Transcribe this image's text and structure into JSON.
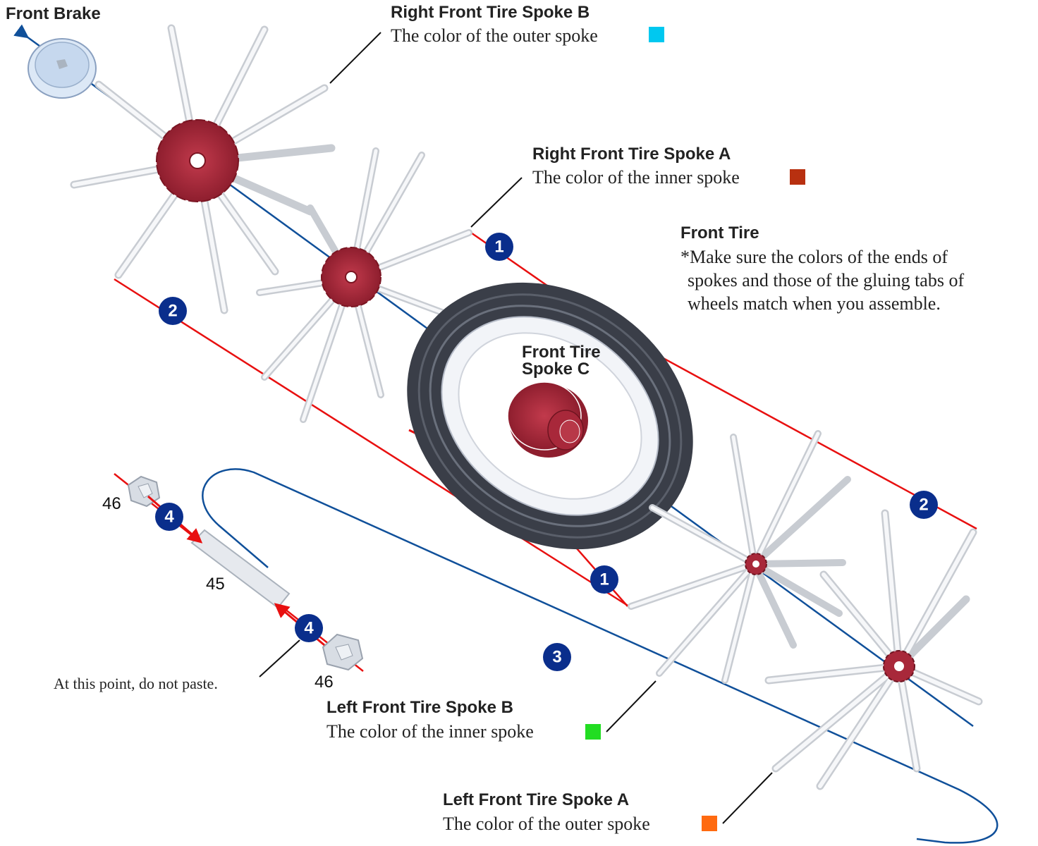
{
  "labels": {
    "front_brake": "Front Brake",
    "right_spoke_b_title": "Right Front Tire Spoke B",
    "right_spoke_b_desc": "The color of the outer spoke",
    "right_spoke_a_title": "Right Front Tire Spoke A",
    "right_spoke_a_desc": "The color of the inner spoke",
    "front_tire_title": "Front Tire",
    "front_tire_note_1": "*Make sure the colors of the ends of",
    "front_tire_note_2": "spokes and those of the gluing tabs of",
    "front_tire_note_3": "wheels match when you assemble.",
    "spoke_c_line1": "Front Tire",
    "spoke_c_line2": "Spoke C",
    "left_spoke_b_title": "Left Front Tire Spoke B",
    "left_spoke_b_desc": "The color of the inner spoke",
    "left_spoke_a_title": "Left Front Tire Spoke A",
    "left_spoke_a_desc": "The color of the outer spoke",
    "do_not_paste": "At this point, do not paste.",
    "part_46_top": "46",
    "part_45": "45",
    "part_46_bottom": "46"
  },
  "steps": {
    "one_top": "1",
    "one_bottom": "1",
    "two_left": "2",
    "two_right": "2",
    "three": "3",
    "four_top": "4",
    "four_bottom": "4"
  },
  "colors": {
    "outer_spoke_right": "#00c8f0",
    "inner_spoke_right": "#b83010",
    "inner_spoke_left": "#22dd22",
    "outer_spoke_left": "#ff6a10",
    "axis_line": "#10509a",
    "guide_line": "#e81010",
    "badge": "#0a2e8c",
    "hub": "#a8283a",
    "tire": "#3a3e48"
  }
}
